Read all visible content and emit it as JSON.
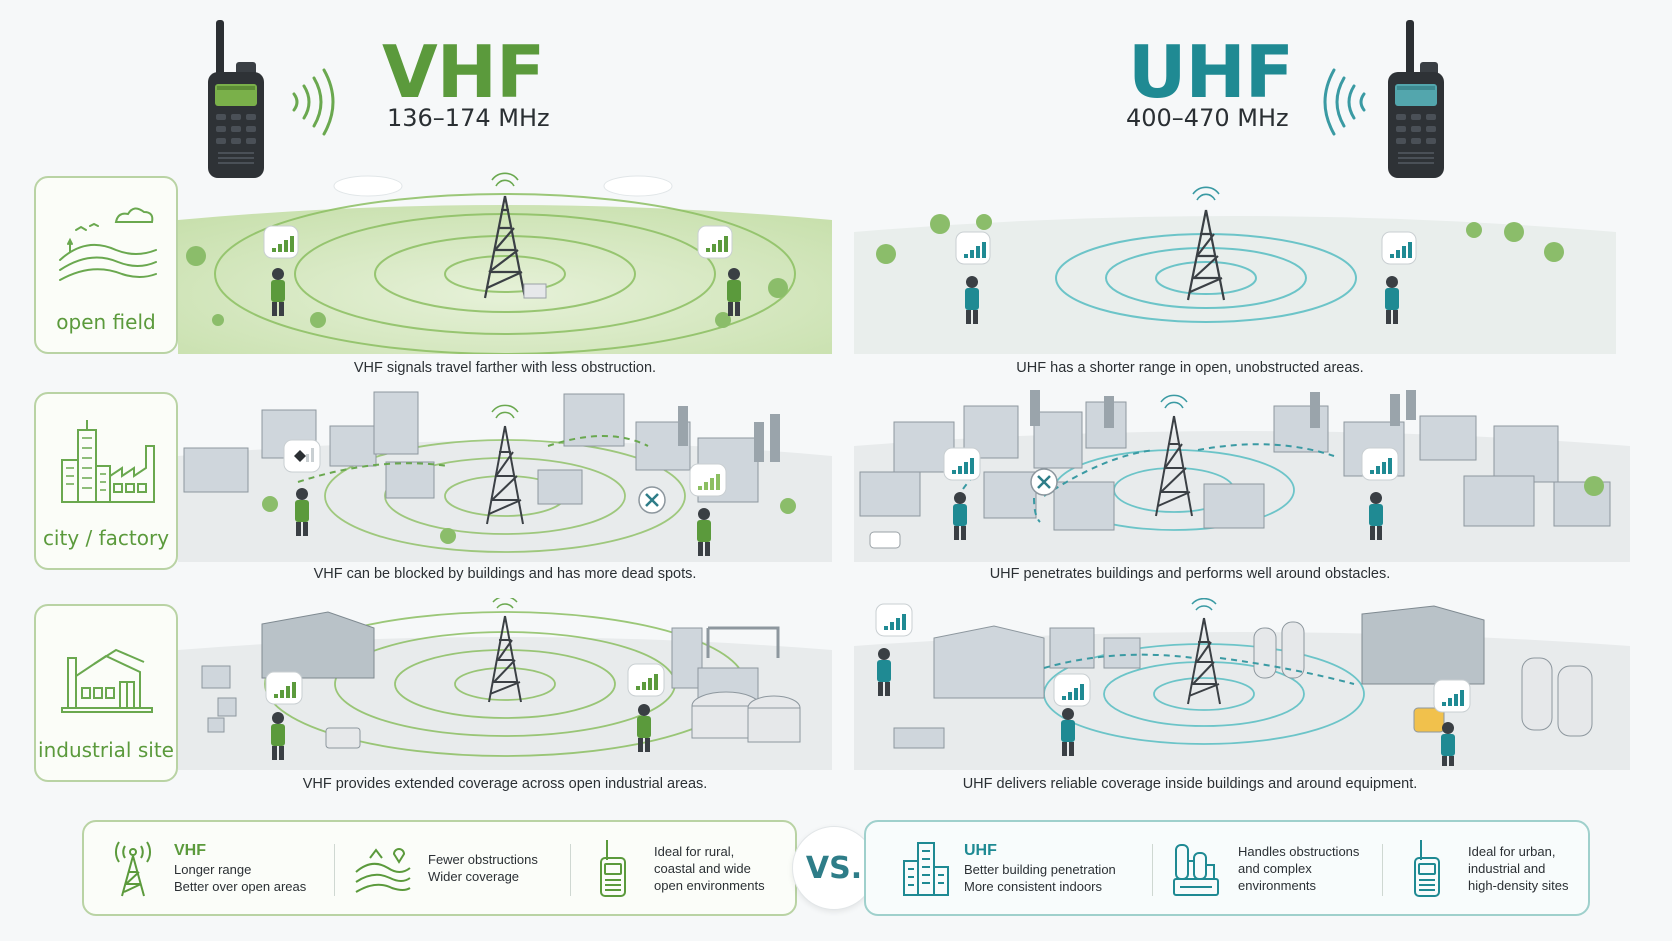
{
  "colors": {
    "vhf": "#5b9a3c",
    "uhf": "#1f8a93",
    "vhf_light": "#b9d3a4",
    "uhf_light": "#9fd0cc"
  },
  "header": {
    "vhf_title": "VHF",
    "vhf_freq": "136–174 MHz",
    "uhf_title": "UHF",
    "uhf_freq": "400–470 MHz"
  },
  "rows": [
    {
      "label": "open field",
      "icon": "landscape-icon",
      "vhf_caption": "VHF signals travel farther with less obstruction.",
      "uhf_caption": "UHF has a shorter range in open, unobstructed areas."
    },
    {
      "label": "city / factory",
      "icon": "city-factory-icon",
      "vhf_caption": "VHF can be blocked by buildings and has more dead spots.",
      "uhf_caption": "UHF penetrates buildings and performs well around obstacles."
    },
    {
      "label": "industrial site",
      "icon": "industrial-icon",
      "vhf_caption": "VHF provides extended coverage across open industrial areas.",
      "uhf_caption": "UHF delivers reliable coverage inside buildings and around equipment."
    }
  ],
  "comparison": {
    "vs": "VS.",
    "vhf": {
      "head": "VHF",
      "items": [
        [
          "Longer range",
          "Better over open areas"
        ],
        [
          "Fewer obstructions",
          "Wider coverage"
        ],
        [
          "Ideal for rural,",
          "coastal and wide",
          "open environments"
        ]
      ]
    },
    "uhf": {
      "head": "UHF",
      "items": [
        [
          "Better building penetration",
          "More consistent indoors"
        ],
        [
          "Handles obstructions",
          "and complex",
          "environments"
        ],
        [
          "Ideal for urban,",
          "industrial and",
          "high-density sites"
        ]
      ]
    }
  }
}
